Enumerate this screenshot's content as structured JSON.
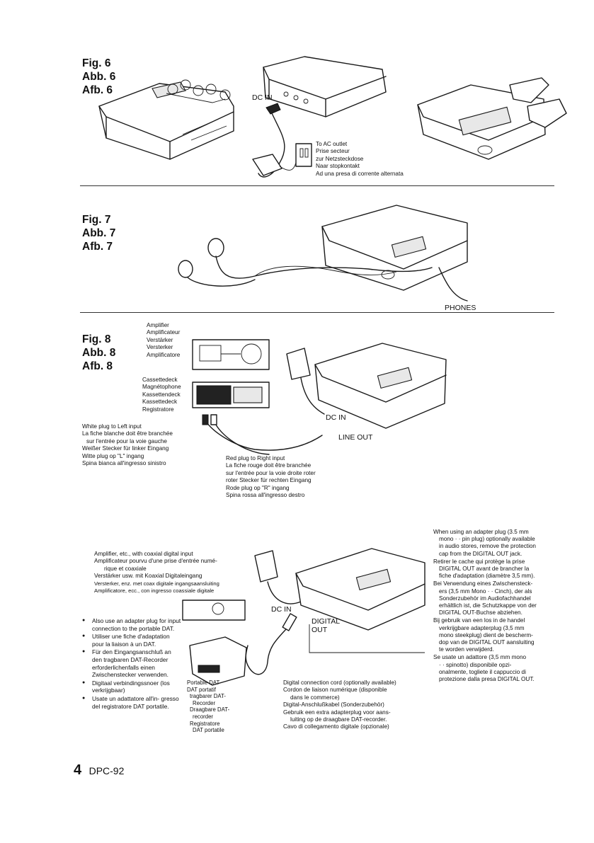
{
  "fig6": {
    "labels": [
      "Fig. 6",
      "Abb. 6",
      "Afb. 6"
    ],
    "dc_in": "DC IN",
    "outlet": [
      "To AC outlet",
      "Prise secteur",
      "zur Netzsteckdose",
      "Naar stopkontakt",
      "Ad una presa di corrente alternata"
    ]
  },
  "fig7": {
    "labels": [
      "Fig. 7",
      "Abb. 7",
      "Afb. 7"
    ],
    "phones": "PHONES"
  },
  "fig8": {
    "labels": [
      "Fig. 8",
      "Abb. 8",
      "Afb. 8"
    ],
    "amplifier": [
      "Amplifier",
      "Amplificateur",
      "Verstärker",
      "Versterker",
      "Amplificatore"
    ],
    "cassette": [
      "Cassettedeck",
      "Magnétophone",
      "Kassettendeck",
      "Kassettedeck",
      "Registratore"
    ],
    "white_plug": [
      "White plug to Left input",
      "La fiche blanche doit être branchée",
      "sur l'entrée pour la voie gauche",
      "Weißer Stecker für linker Eingang",
      "Witte plug op \"L\" ingang",
      "Spina bianca all'ingresso sinistro"
    ],
    "red_plug": [
      "Red plug to Right input",
      "La fiche rouge doit être branchée",
      "sur l'entrée pour la voie droite roter",
      "roter Stecker für rechten Eingang",
      "Rode plug op \"R\" ingang",
      "Spina rossa all'ingresso destro"
    ],
    "dc_in": "DC IN",
    "line_out": "LINE OUT"
  },
  "fig9": {
    "amplifier_coax": [
      "Amplifier, etc., with coaxial digital input",
      "Amplificateur pourvu d'une prise d'entrée numé-",
      "rique et coaxiale",
      "Verstärker usw. mit Koaxial Digitaleingang",
      "Versterker, enz. met coax digitale ingangsaansluiting",
      "Amplificatore, ecc., con ingresso coassiale digitale"
    ],
    "bullets": [
      "Also use an adapter plug for input connection to the portable DAT.",
      "Utiliser une fiche d'adaptation pour la liaison à un DAT.",
      "Für den Eingangsanschluß an den tragbaren DAT-Recorder erforderlichenfalls einen Zwischenstecker verwenden.",
      "Digitaal verbindingssnoer (los verkrijgbaar)",
      "Usate un adattatore all'in- gresso del registratore DAT portatile."
    ],
    "portable_dat": [
      "Portable DAT",
      "DAT portatif",
      "tragbarer DAT-",
      "Recorder",
      "Draagbare DAT-",
      "recorder",
      "Registratore",
      "DAT portatile"
    ],
    "dc_in": "DC IN",
    "digital_out": [
      "DIGITAL",
      "OUT"
    ],
    "digital_cord": [
      "Digital connection cord (optionally available)",
      "Cordon de liaison numérique (disponible",
      "dans le commerce)",
      "Digital-Anschlußkabel (Sonderzubehör)",
      "Gebruik een extra adapterplug voor aans-",
      "luiting op de draagbare DAT-recorder.",
      "Cavo di collegamento digitale (opzionale)"
    ],
    "right_notes": [
      [
        "When using an adapter plug (3.5 mm",
        "mono · · pin plug) optionally available",
        "in audio stores, remove the protection",
        "cap from the DIGITAL OUT jack."
      ],
      [
        "Retirer le cache qui protège la prise",
        "DIGITAL OUT avant de brancher la",
        "fiche d'adaptation (diamètre 3,5 mm)."
      ],
      [
        "Bei Verwendung eines Zwischensteck-",
        "ers (3,5 mm Mono · · Cinch), der als",
        "Sonderzubehör im Audiofachhandel",
        "erhältlich ist, die Schutzkappe von der",
        "DIGITAL OUT-Buchse abziehen."
      ],
      [
        "Bij gebruik van een los in de handel",
        "verkrijgbare adapterplug (3,5 mm",
        "mono steekplug) dient de bescherm-",
        "dop van de DIGITAL OUT aansluiting",
        "te worden verwijderd."
      ],
      [
        "Se usate un adattore (3,5 mm mono",
        "· · spinotto) disponibile opzi-",
        "onalmente, togliete il cappuccio di",
        "protezione dalla presa DIGITAL OUT."
      ]
    ]
  },
  "footer": {
    "page_number": "4",
    "model": "DPC-92"
  }
}
